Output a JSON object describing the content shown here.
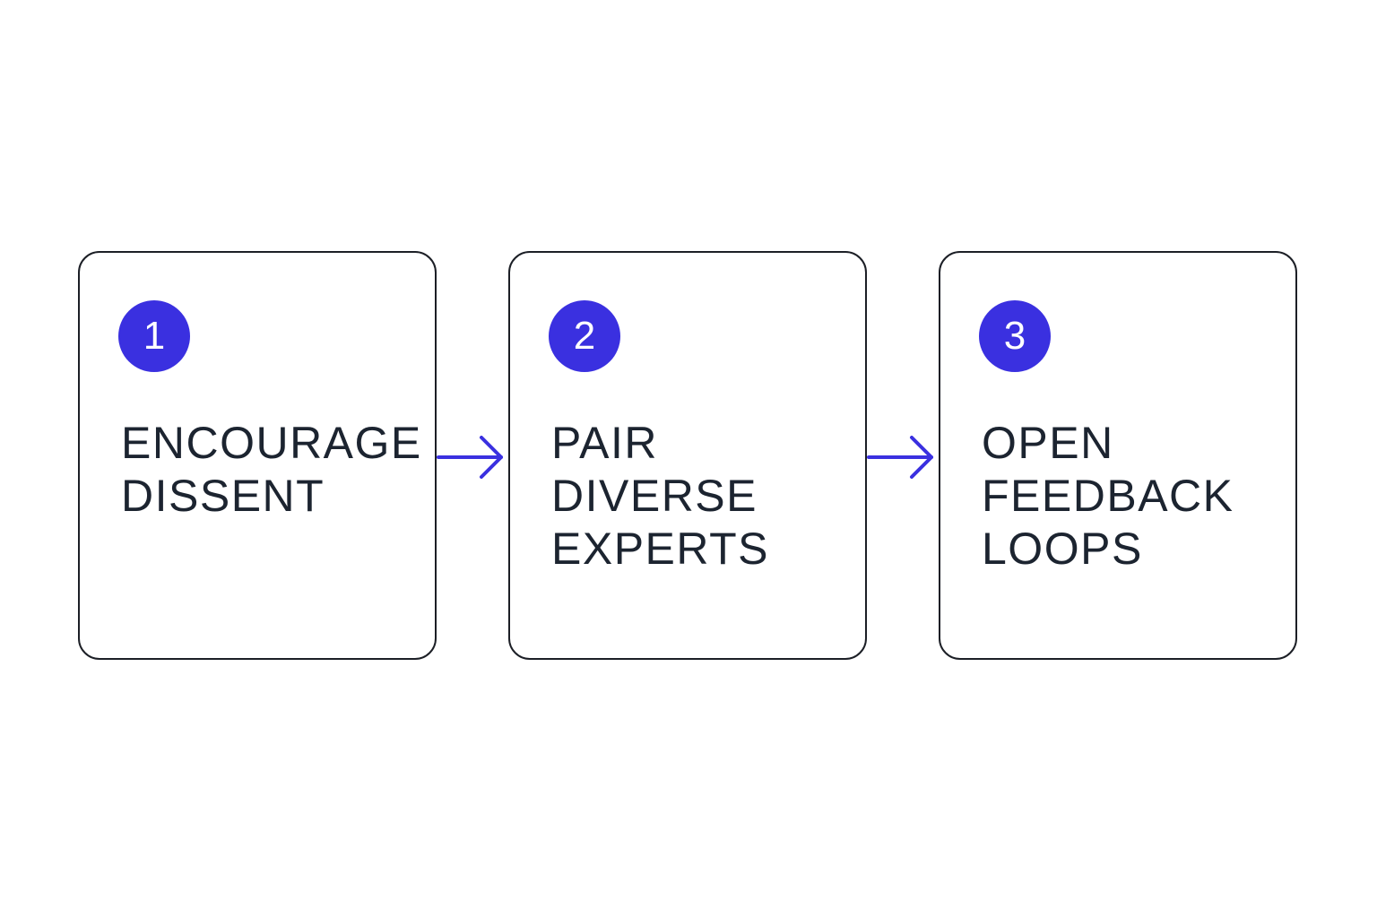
{
  "accent_color": "#3a30e0",
  "steps": [
    {
      "number": "1",
      "lines": [
        "ENCOURAGE",
        "DISSENT"
      ]
    },
    {
      "number": "2",
      "lines": [
        "PAIR",
        "DIVERSE",
        "EXPERTS"
      ]
    },
    {
      "number": "3",
      "lines": [
        "OPEN",
        "FEEDBACK",
        "LOOPS"
      ]
    }
  ],
  "connectors": [
    {
      "icon": "arrow-right-icon"
    },
    {
      "icon": "arrow-right-icon"
    }
  ]
}
